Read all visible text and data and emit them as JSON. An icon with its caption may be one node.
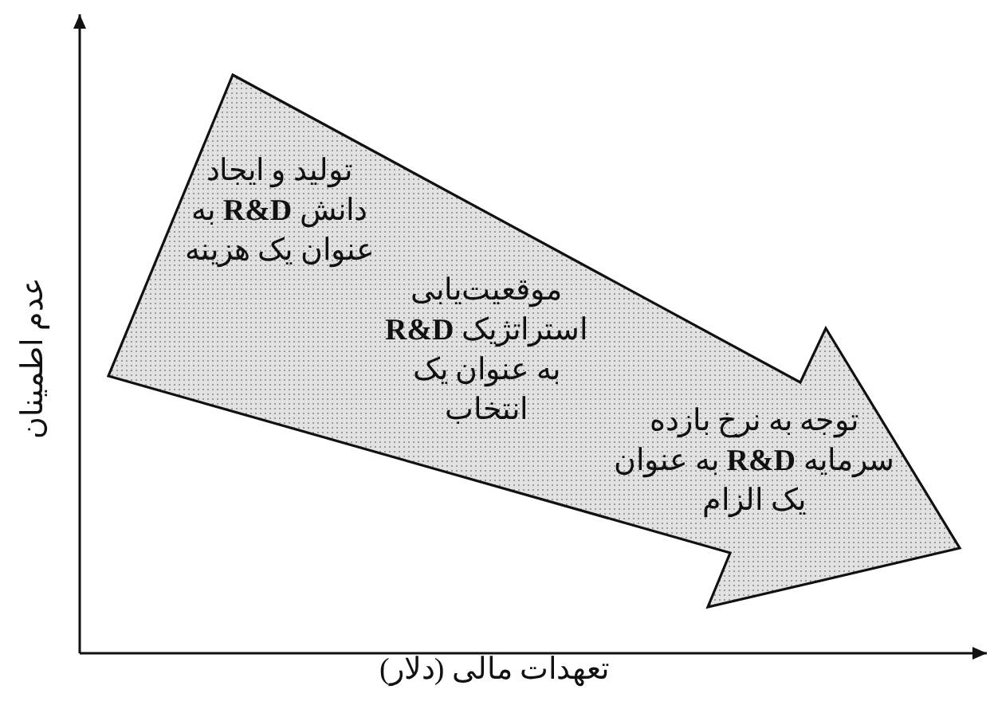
{
  "diagram": {
    "nodes": [
      {
        "text": [
          "تولید و ایجاد دانش **R&D** به عنوان یک هزینه",
          "موقعیت‌یابی استراتژیک **R&D** به عنوان یک انتخاب",
          "توجه به نرخ بازده سرمایه **R&D** به عنوان یک الزام"
        ]
      }
    ],
    "labels": [
      "عدم اطمینان",
      "تعهدات مالی (دلار)"
    ]
  }
}
